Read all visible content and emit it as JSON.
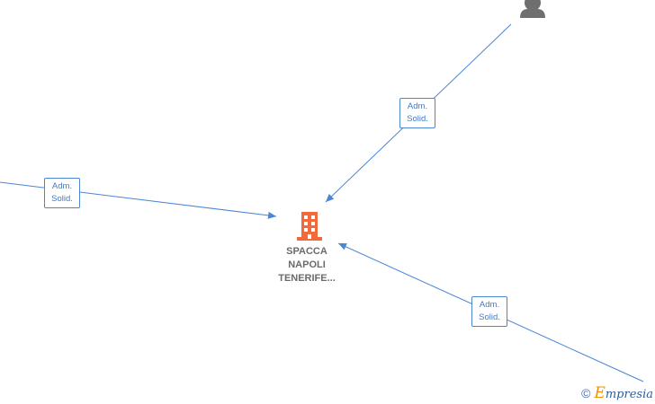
{
  "colors": {
    "edge": "#4a86d4",
    "company_icon": "#f26a3c",
    "person_icon": "#6f6f6f",
    "label_text": "#3f7bc9",
    "company_text": "#6b6b6b"
  },
  "nodes": {
    "company": {
      "icon": "building-icon",
      "name_lines": [
        "SPACCA",
        "NAPOLI",
        "TENERIFE..."
      ]
    },
    "person_top": {
      "icon": "person-icon"
    }
  },
  "edges": [
    {
      "id": "top-right",
      "label_line1": "Adm.",
      "label_line2": "Solid."
    },
    {
      "id": "left",
      "label_line1": "Adm.",
      "label_line2": "Solid."
    },
    {
      "id": "bottom-right",
      "label_line1": "Adm.",
      "label_line2": "Solid."
    }
  ],
  "watermark": {
    "copyright_symbol": "©",
    "brand_first": "E",
    "brand_rest": "mpresia"
  }
}
